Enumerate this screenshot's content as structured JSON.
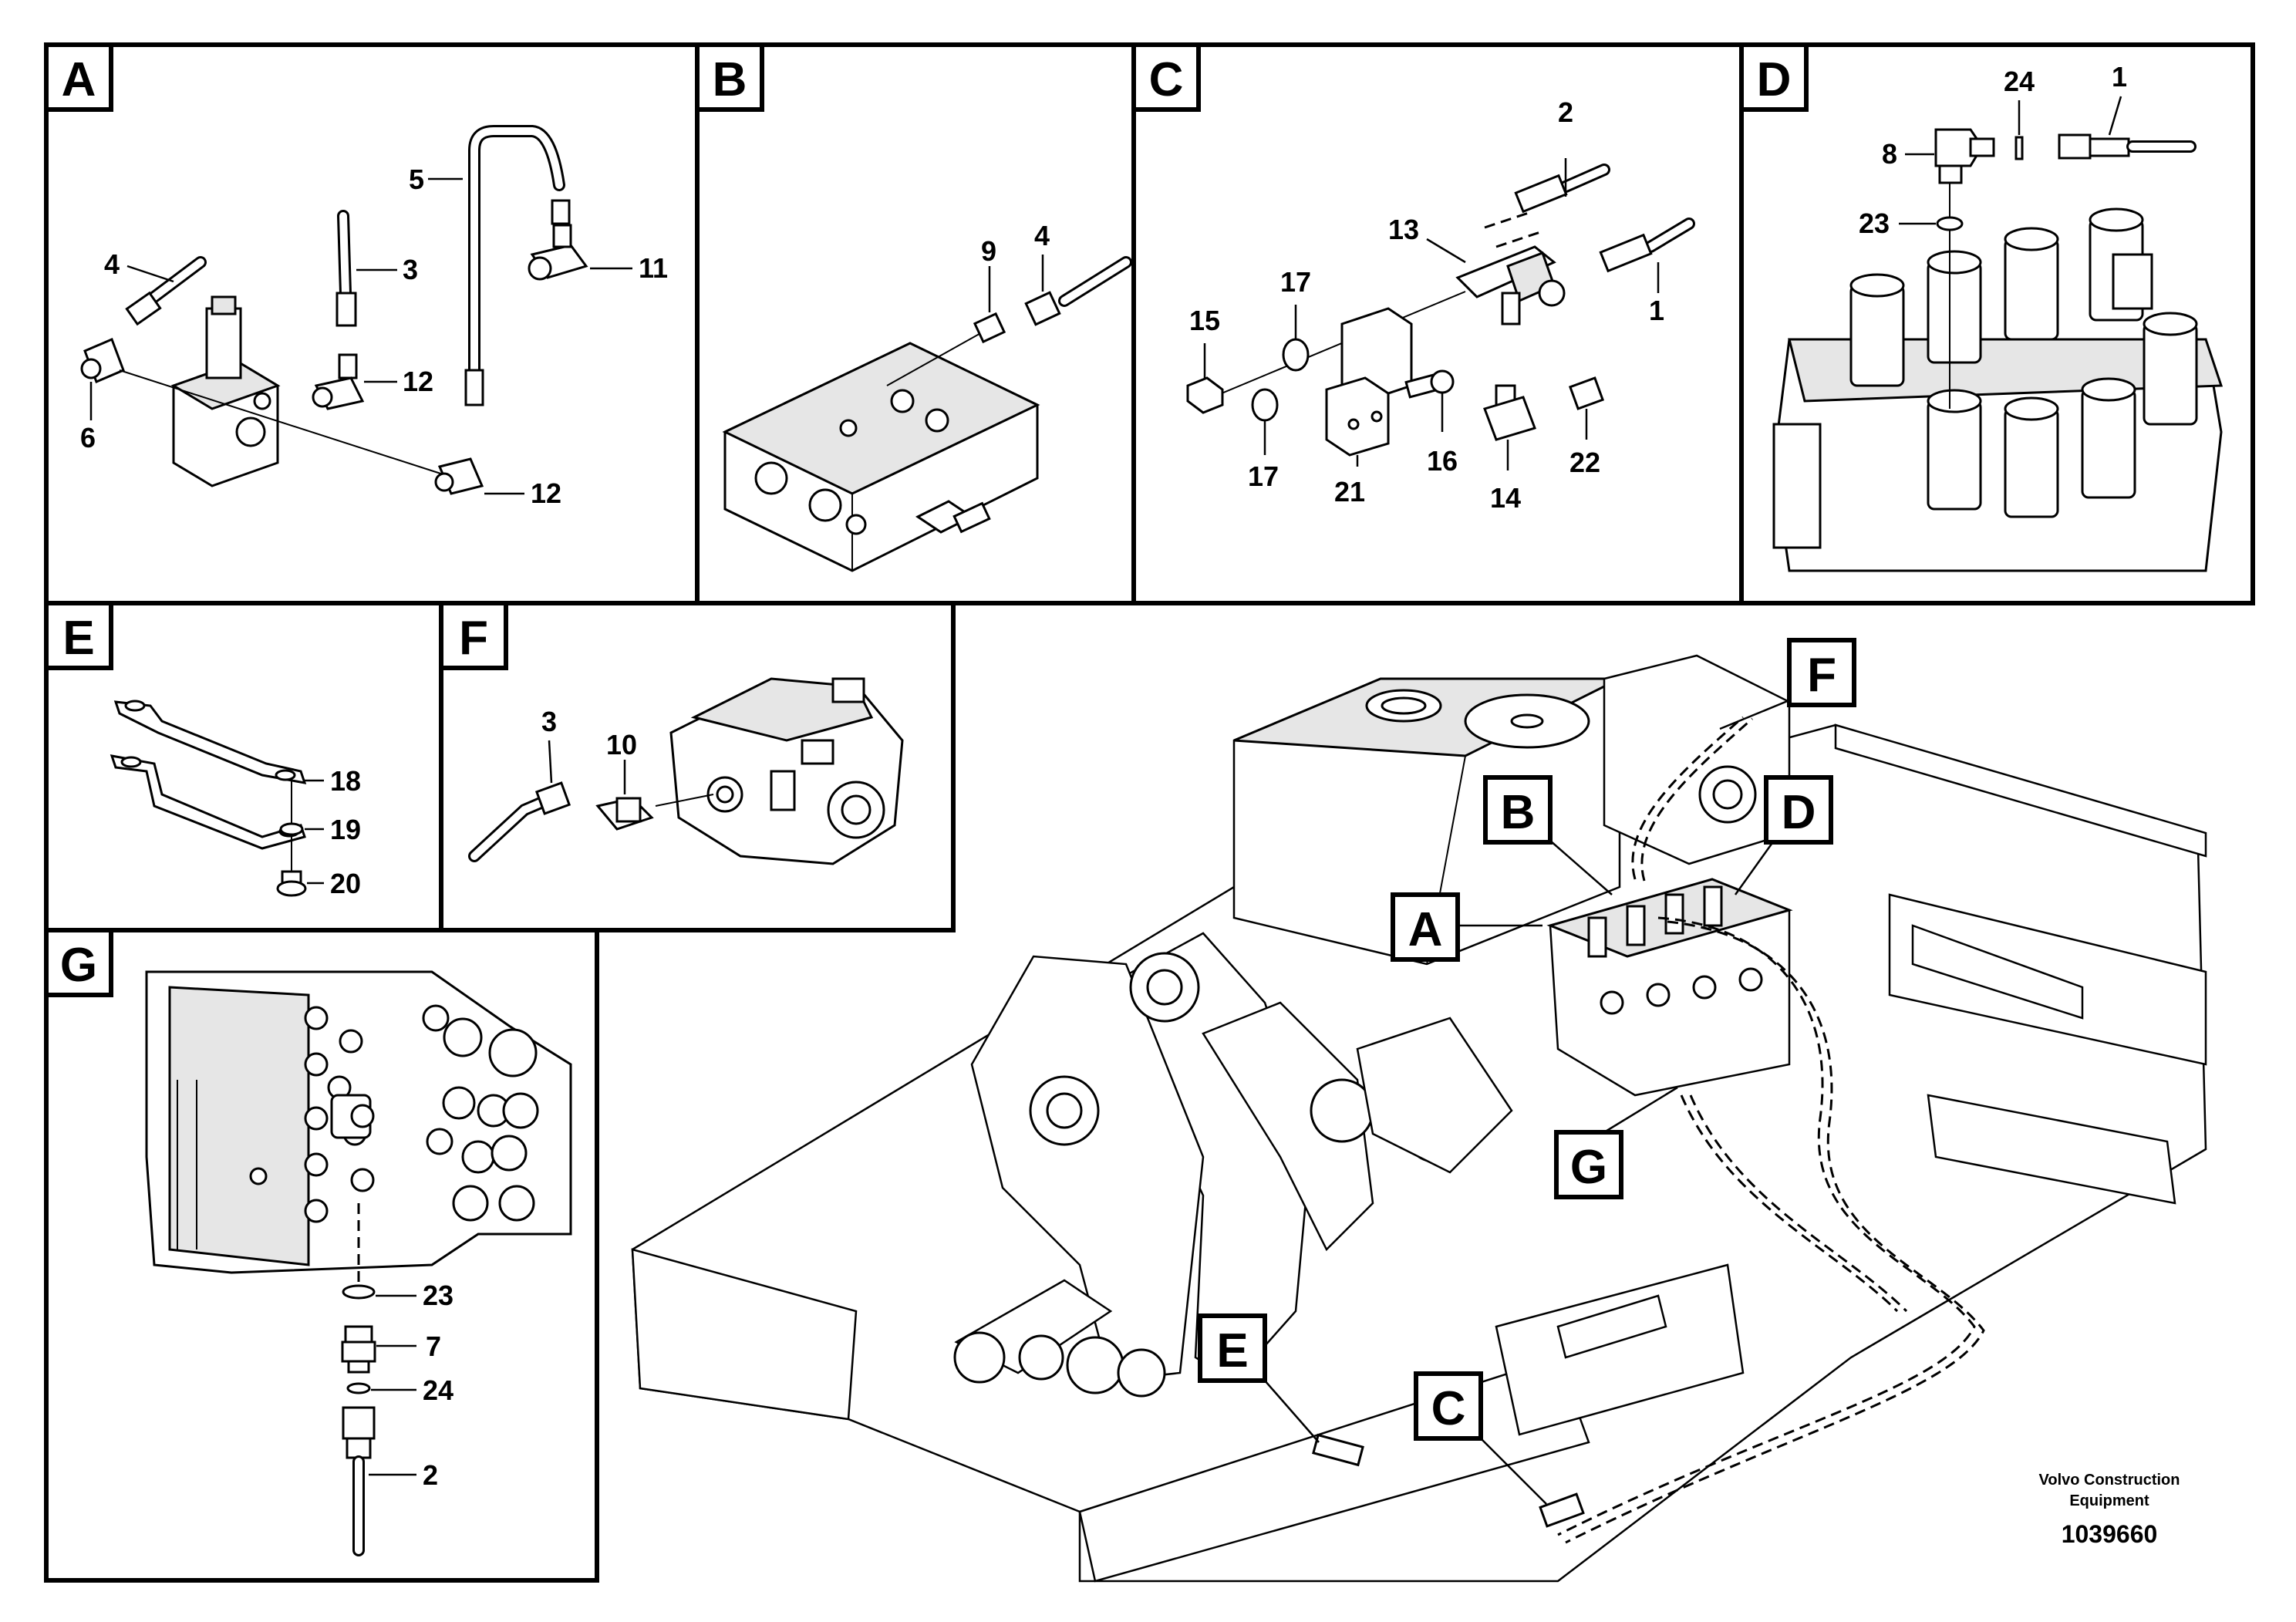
{
  "panels": {
    "A": {
      "tag": "A",
      "callouts": [
        "5",
        "4",
        "3",
        "11",
        "12",
        "6",
        "12"
      ]
    },
    "B": {
      "tag": "B",
      "callouts": [
        "9",
        "4"
      ]
    },
    "C": {
      "tag": "C",
      "callouts": [
        "2",
        "13",
        "1",
        "17",
        "15",
        "16",
        "17",
        "21",
        "14",
        "22"
      ]
    },
    "D": {
      "tag": "D",
      "callouts": [
        "24",
        "1",
        "8",
        "23"
      ]
    },
    "E": {
      "tag": "E",
      "callouts": [
        "18",
        "19",
        "20"
      ]
    },
    "F": {
      "tag": "F",
      "callouts": [
        "3",
        "10"
      ]
    },
    "G": {
      "tag": "G",
      "callouts": [
        "23",
        "7",
        "24",
        "2"
      ]
    }
  },
  "overview_tags": [
    "F",
    "B",
    "D",
    "A",
    "G",
    "E",
    "C"
  ],
  "footer": {
    "line1": "Volvo Construction",
    "line2": "Equipment",
    "drawing_number": "1039660"
  }
}
